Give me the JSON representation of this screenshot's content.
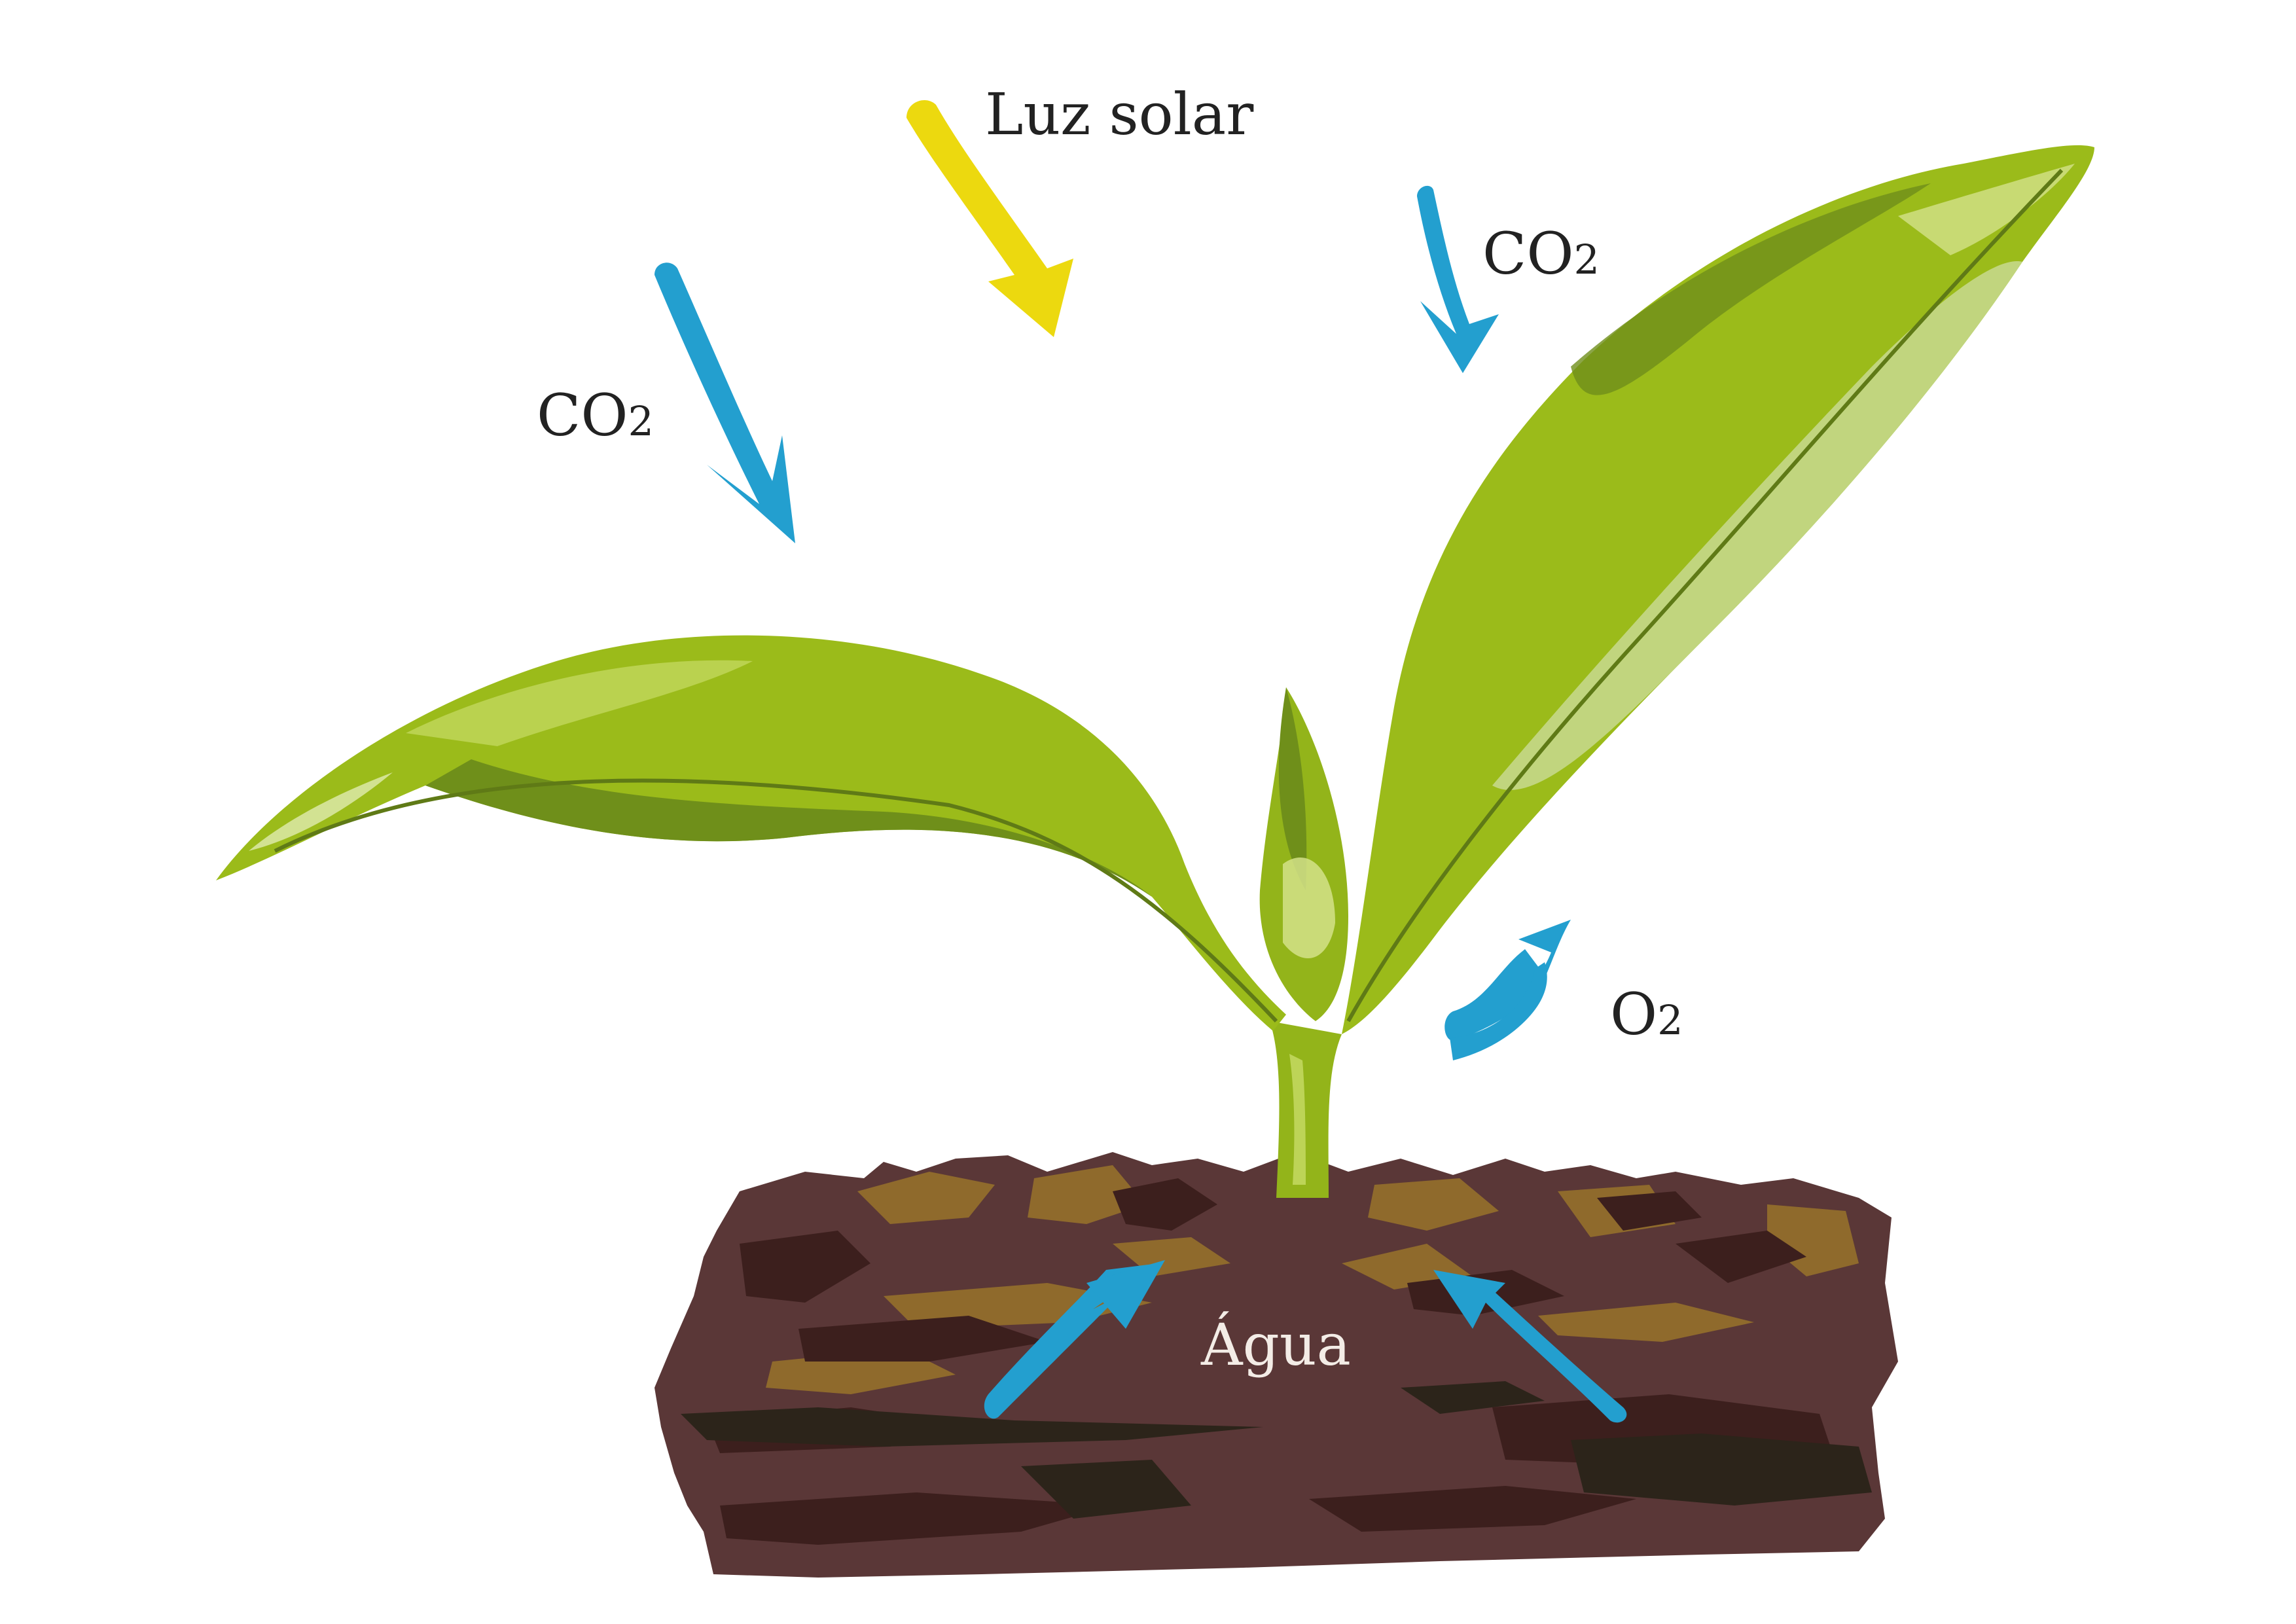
{
  "labels": {
    "sunlight": "Luz solar",
    "co2_left_base": "CO",
    "co2_left_sub": "2",
    "co2_right_base": "CO",
    "co2_right_sub": "2",
    "o2_base": "O",
    "o2_sub": "2",
    "water": "Água"
  },
  "colors": {
    "sunlight_arrow": "#ecd90f",
    "gas_arrow": "#239fcf",
    "water_arrow": "#239fcf",
    "leaf_main": "#9bbb1a",
    "leaf_dark": "#6f8f1a",
    "leaf_light": "#c8dc66",
    "soil_base": "#5a3737",
    "soil_dark": "#3c1f1d",
    "soil_ochre": "#8f6a2c",
    "soil_black": "#2c241a"
  }
}
